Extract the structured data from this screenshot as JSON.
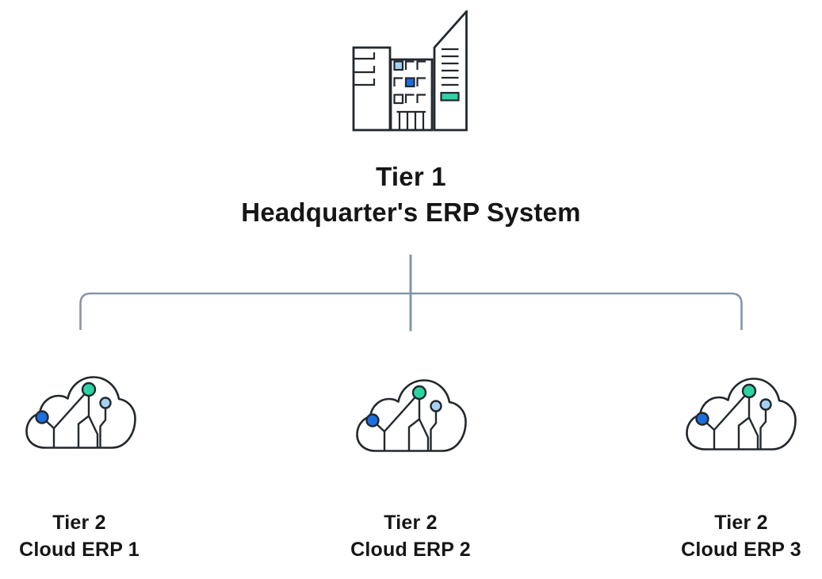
{
  "root": {
    "tier": "Tier 1",
    "name": "Headquarter's ERP System",
    "icon": "building-icon"
  },
  "children": [
    {
      "tier": "Tier 2",
      "name": "Cloud ERP 1",
      "icon": "cloud-circuit-icon"
    },
    {
      "tier": "Tier 2",
      "name": "Cloud ERP 2",
      "icon": "cloud-circuit-icon"
    },
    {
      "tier": "Tier 2",
      "name": "Cloud ERP 3",
      "icon": "cloud-circuit-icon"
    }
  ],
  "colors": {
    "background": "#ffffff",
    "text": "#161616",
    "outline": "#22282e",
    "connector": "#8595a8",
    "blue": "#1e6ede",
    "light_blue": "#a5d2f2",
    "teal": "#2ed3a3"
  }
}
